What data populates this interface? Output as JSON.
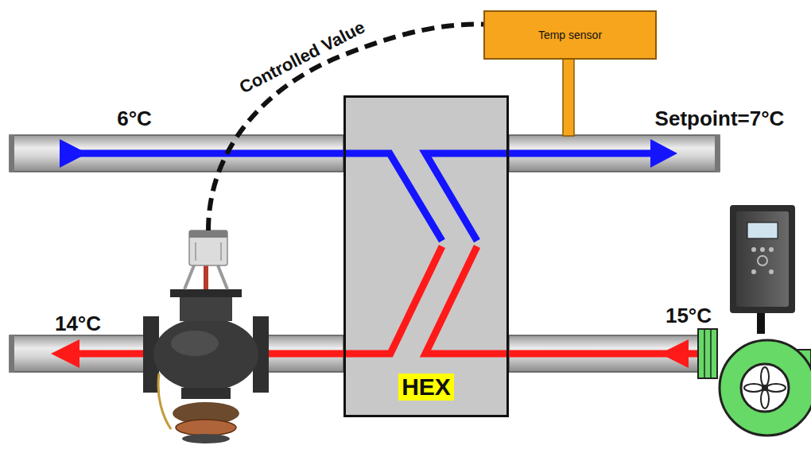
{
  "diagram": {
    "nodes": [
      {
        "text": [
          "Temp sensor"
        ]
      },
      {
        "text": [
          "HEX"
        ]
      }
    ],
    "labels": [
      "Controlled Value",
      "6°C",
      "Setpoint=7°C",
      "14°C",
      "15°C"
    ]
  }
}
